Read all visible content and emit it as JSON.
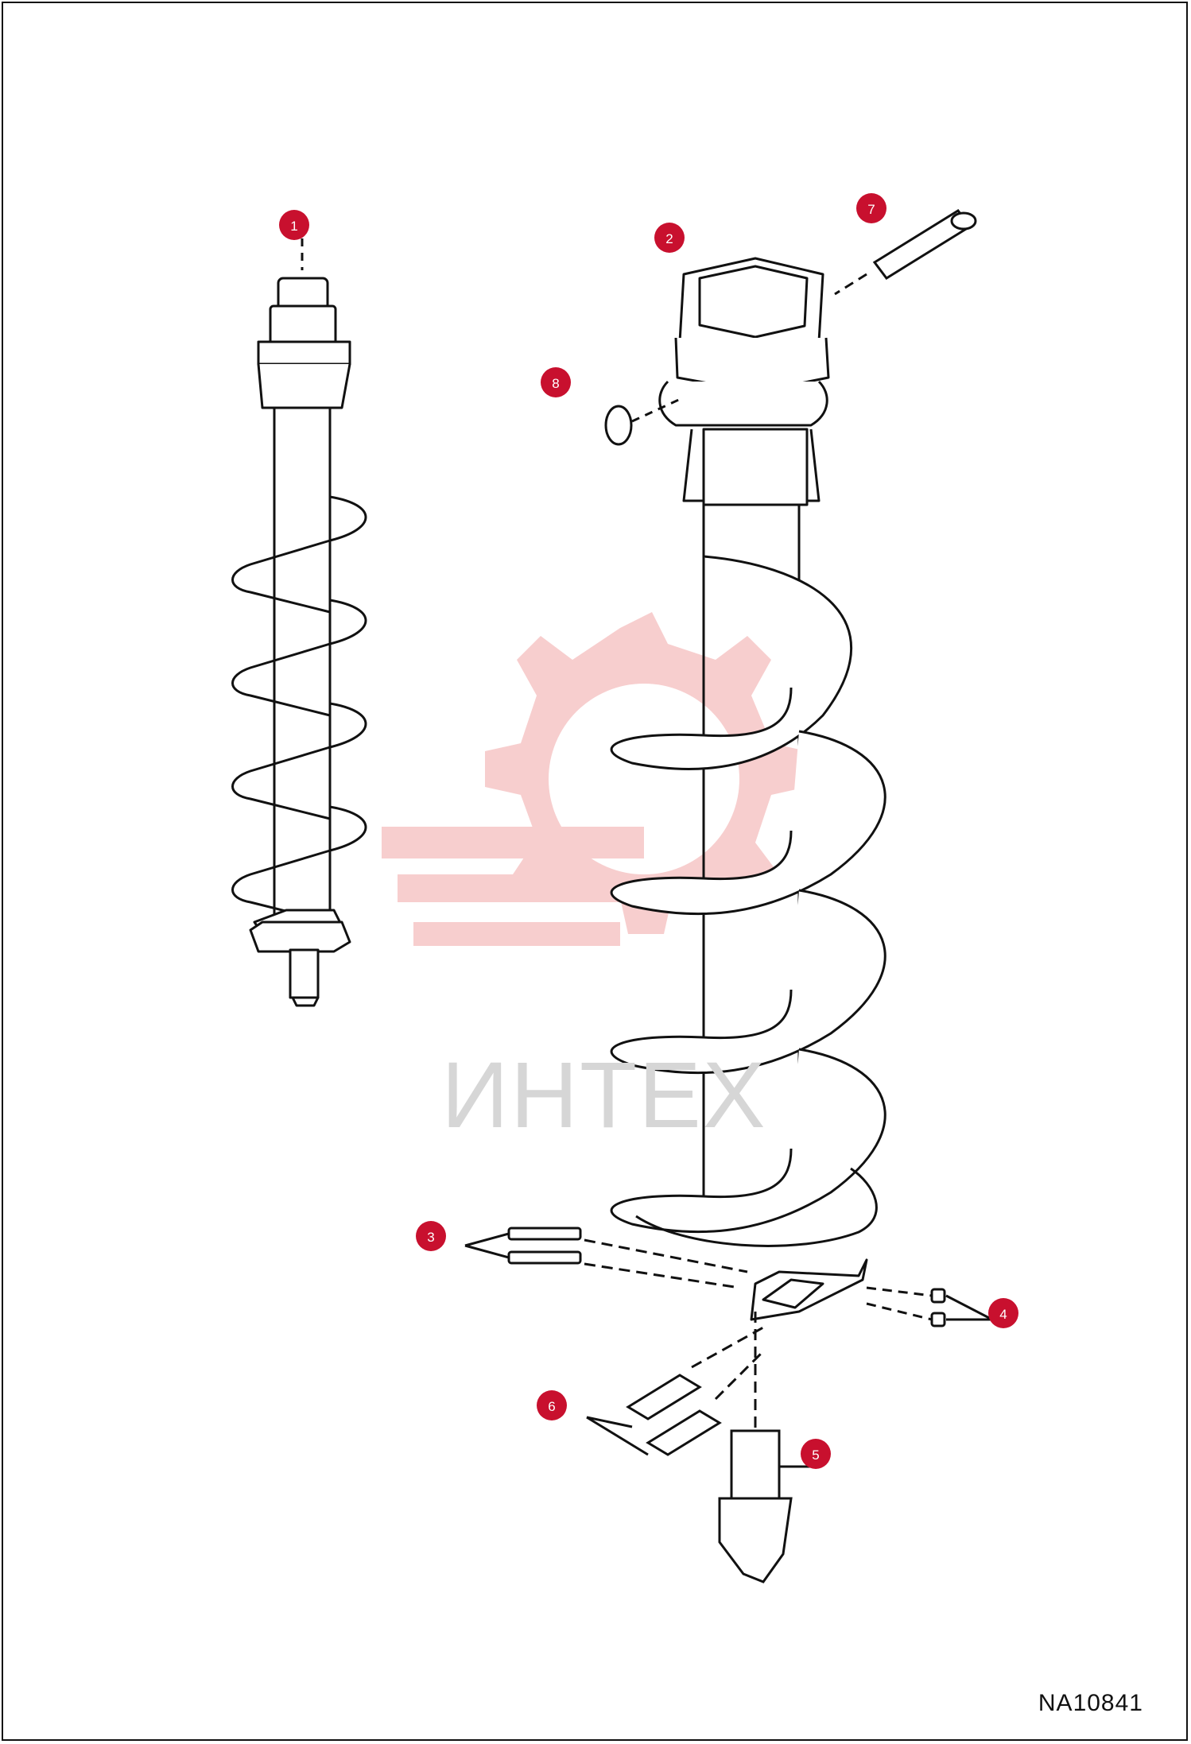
{
  "drawing_number": "NA10841",
  "watermark": {
    "text": "ИНТЕХ"
  },
  "callouts": [
    {
      "number": "1"
    },
    {
      "number": "2"
    },
    {
      "number": "3"
    },
    {
      "number": "4"
    },
    {
      "number": "5"
    },
    {
      "number": "6"
    },
    {
      "number": "7"
    },
    {
      "number": "8"
    }
  ],
  "colors": {
    "callout_fill": "#c8102e",
    "watermark": "#f6c6c6",
    "line": "#111111"
  }
}
